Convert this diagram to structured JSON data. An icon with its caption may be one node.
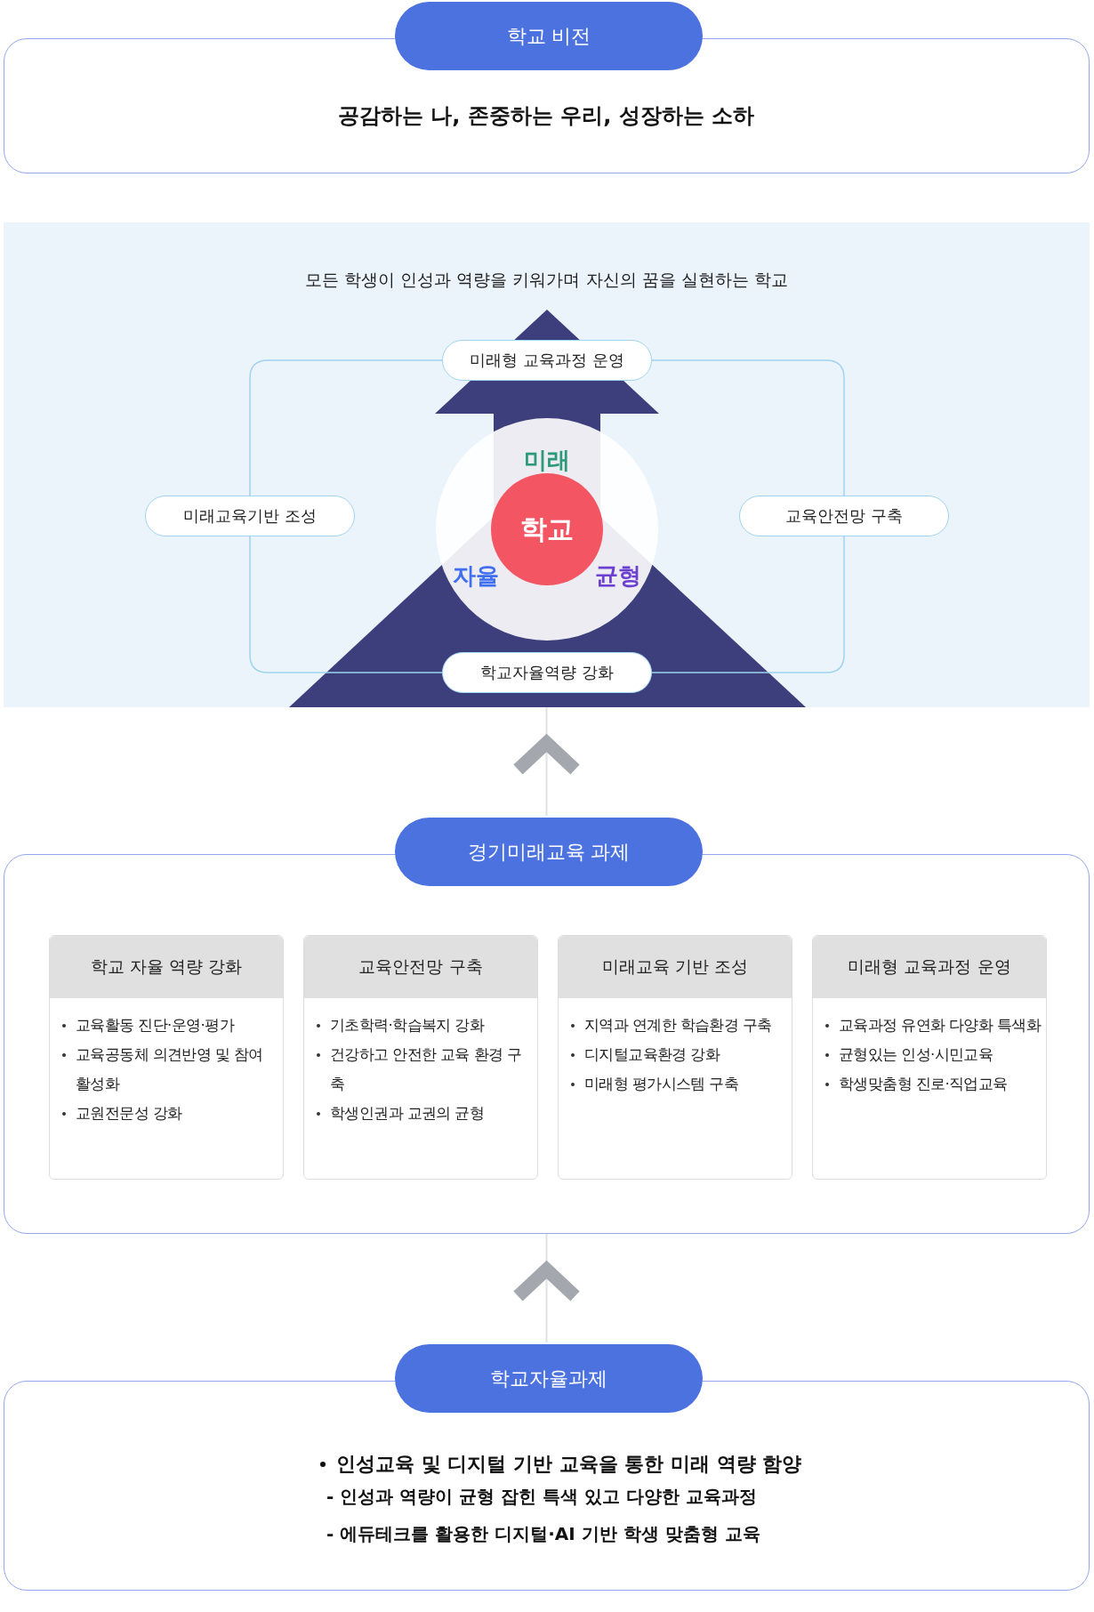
{
  "diagram": {
    "nodes": [
      {
        "text": [
          "학교 비전",
          "공감하는 나, 존중하는 우리, 성장하는 소하"
        ]
      },
      {
        "text": [
          "모든 학생이 인성과 역량을 키워가며 자신의 꿈을 실현하는 학교"
        ]
      },
      {
        "text": [
          "미래형 교육과정 운영"
        ],
        "in": 1
      },
      {
        "text": [
          "미래교육기반 조성"
        ],
        "in": 1
      },
      {
        "text": [
          "교육안전망 구축"
        ],
        "in": 1
      },
      {
        "text": [
          "학교자율역량 강화"
        ],
        "in": 1
      },
      {
        "text": [
          "미래",
          "자율",
          "균형"
        ],
        "in": 1
      },
      {
        "text": [
          "학교"
        ],
        "in": 6
      },
      {
        "text": [
          "경기미래교육 과제"
        ]
      },
      {
        "text": [
          "학교 자율 역량 강화",
          "교육활동 진단·운영·평가",
          "교육공동체 의견반영 및 참여 활성화",
          "교원전문성 강화"
        ],
        "in": 8
      },
      {
        "text": [
          "교육안전망 구축",
          "기초학력·학습복지 강화",
          "건강하고 안전한 교육 환경 구축",
          "학생인권과 교권의 균형"
        ],
        "in": 8
      },
      {
        "text": [
          "미래교육 기반 조성",
          "지역과 연계한 학습환경 구축",
          "디지털교육환경 강화",
          "미래형 평가시스템 구축"
        ],
        "in": 8
      },
      {
        "text": [
          "미래형 교육과정 운영",
          "교육과정 유연화 다양화 특색화",
          "균형있는 인성·시민교육",
          "학생맞춤형 진로·직업교육"
        ],
        "in": 8
      },
      {
        "text": [
          "학교자율과제",
          "인성교육 및 디지털 기반 교육을 통한 미래 역량 함양",
          "- 인성과 역량이 균형 잡힌 특색 있고 다양한 교육과정",
          "- 에듀테크를 활용한 디지털·AI 기반 학생 맞춤형 교육"
        ]
      }
    ],
    "edges": [
      {
        "from": 2,
        "to": 4,
        "arrow": "none"
      },
      {
        "from": 4,
        "to": 5,
        "arrow": "none"
      },
      {
        "from": 5,
        "to": 3,
        "arrow": "none"
      },
      {
        "from": 3,
        "to": 2,
        "arrow": "none"
      },
      {
        "from": 7,
        "to": 2,
        "arrow": "to",
        "style": "thick"
      },
      {
        "from": 8,
        "to": 1,
        "arrow": "to"
      },
      {
        "from": 13,
        "to": 8,
        "arrow": "to"
      }
    ]
  }
}
